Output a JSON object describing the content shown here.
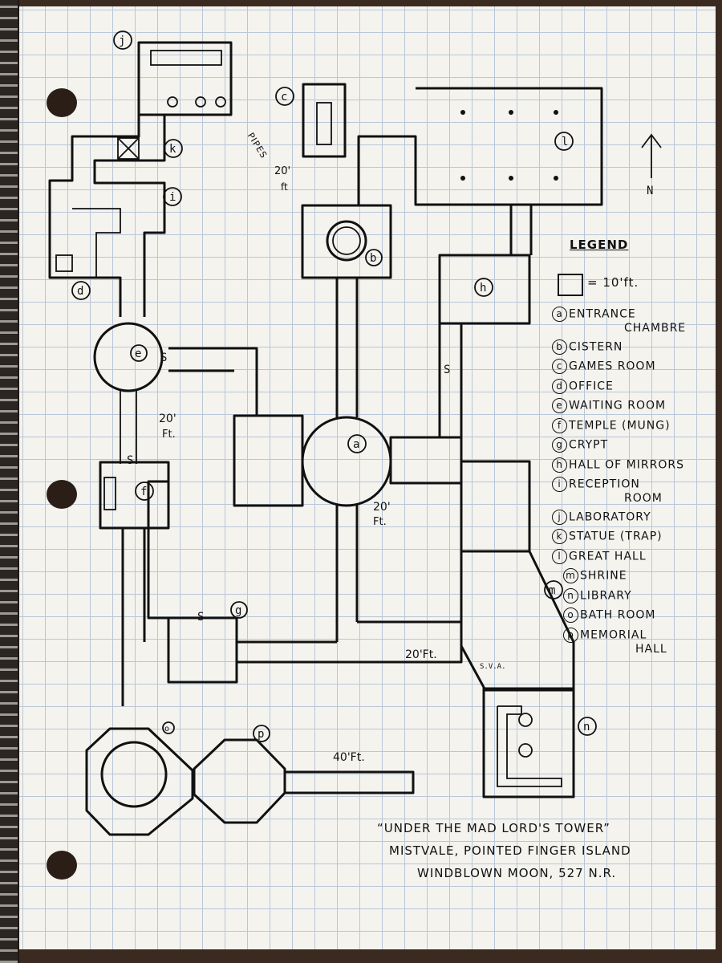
{
  "legend": {
    "title": "LEGEND",
    "scale": "= 10'ft.",
    "items": [
      {
        "key": "a",
        "label": "ENTRANCE",
        "label2": "CHAMBRE"
      },
      {
        "key": "b",
        "label": "CISTERN"
      },
      {
        "key": "c",
        "label": "GAMES ROOM"
      },
      {
        "key": "d",
        "label": "OFFICE"
      },
      {
        "key": "e",
        "label": "WAITING ROOM"
      },
      {
        "key": "f",
        "label": "TEMPLE (MUNG)"
      },
      {
        "key": "g",
        "label": "CRYPT"
      },
      {
        "key": "h",
        "label": "HALL OF MIRRORS"
      },
      {
        "key": "i",
        "label": "RECEPTION",
        "label2": "ROOM"
      },
      {
        "key": "j",
        "label": "LABORATORY"
      },
      {
        "key": "k",
        "label": "STATUE (TRAP)"
      },
      {
        "key": "l",
        "label": "GREAT HALL"
      },
      {
        "key": "m",
        "label": "SHRINE"
      },
      {
        "key": "n",
        "label": "LIBRARY"
      },
      {
        "key": "o",
        "label": "BATH ROOM"
      },
      {
        "key": "p",
        "label": "MEMORIAL",
        "label2": "HALL"
      }
    ]
  },
  "compass": {
    "letter": "N"
  },
  "annotations": {
    "pipes": "PIPES",
    "pipes_height": "20'",
    "pipes_unit": "ft",
    "stair_temple": "20'",
    "stair_temple_unit": "Ft.",
    "stair_entrance": "20'",
    "stair_entrance_unit": "Ft.",
    "corridor_east": "20'Ft.",
    "corridor_memorial": "40'Ft.",
    "secret": "S",
    "shrine_sign": "S.V.A."
  },
  "caption": {
    "line1": "“UNDER THE MAD LORD'S TOWER”",
    "line2": "MISTVALE, POINTED FINGER ISLAND",
    "line3": "WINDBLOWN MOON, 527 N.R."
  }
}
